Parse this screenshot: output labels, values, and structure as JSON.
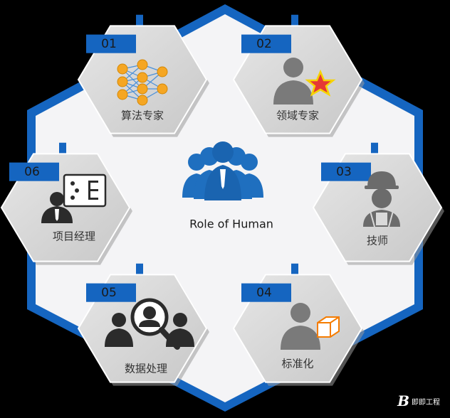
{
  "center": {
    "label": "Role of Human"
  },
  "roles": [
    {
      "num": "01",
      "label": "算法专家",
      "icon": "neural-network-icon"
    },
    {
      "num": "02",
      "label": "领域专家",
      "icon": "expert-star-icon"
    },
    {
      "num": "03",
      "label": "技师",
      "icon": "technician-icon"
    },
    {
      "num": "04",
      "label": "标准化",
      "icon": "standardization-icon"
    },
    {
      "num": "05",
      "label": "数据处理",
      "icon": "data-search-icon"
    },
    {
      "num": "06",
      "label": "项目经理",
      "icon": "project-manager-icon"
    }
  ],
  "watermark": {
    "logo": "B",
    "text": "即即工程"
  },
  "colors": {
    "blue": "#1565c0",
    "hex_fill": "#d9d9d9",
    "icon_blue": "#1f6fbf",
    "node_orange": "#f5a623"
  }
}
